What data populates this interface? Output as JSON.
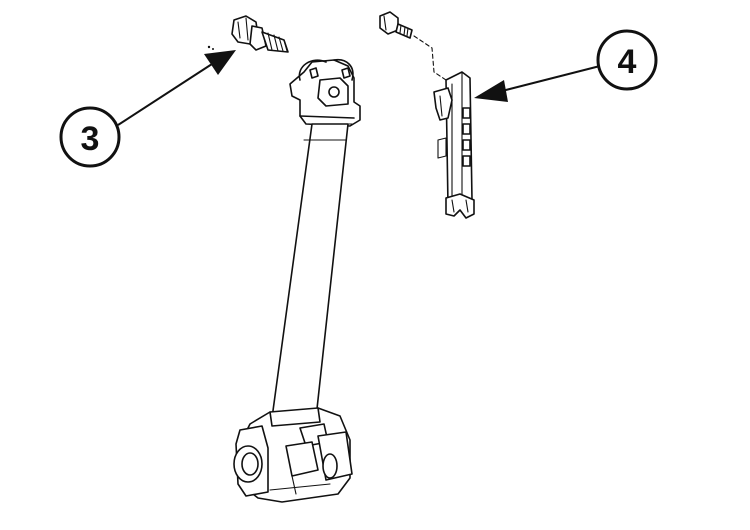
{
  "callouts": [
    {
      "id": "3",
      "label": "3"
    },
    {
      "id": "4",
      "label": "4"
    }
  ],
  "colors": {
    "line": "#111111",
    "background": "#ffffff"
  }
}
